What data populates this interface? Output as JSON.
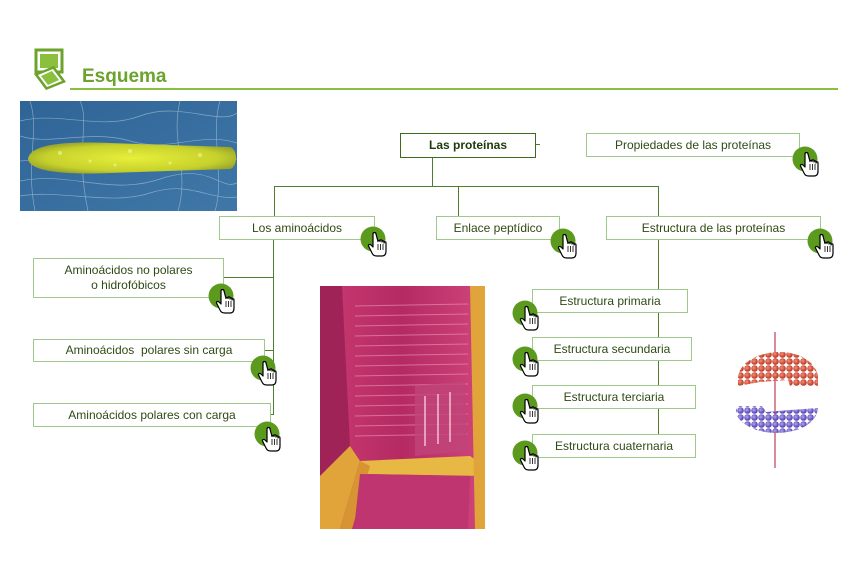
{
  "header": {
    "title": "Esquema",
    "icon": "window-icon",
    "accent": "#6ba32c"
  },
  "diagram": {
    "root": "Las proteínas",
    "properties": "Propiedades de las proteínas",
    "level1": {
      "aminoacids": "Los aminoácidos",
      "peptide_bond": "Enlace peptídico",
      "structure": "Estructura de las proteínas"
    },
    "aminoacid_types": {
      "nonpolar_line1": "Aminoácidos no polares",
      "nonpolar_line2": "o hidrofóbicos",
      "polar_uncharged": "Aminoácidos  polares sin carga",
      "polar_charged": "Aminoácidos polares con carga"
    },
    "structures": {
      "primary": "Estructura primaria",
      "secondary": "Estructura secundaria",
      "tertiary": "Estructura terciaria",
      "quaternary": "Estructura cuaternaria"
    }
  },
  "colors": {
    "line": "#4f7f2e",
    "box_border": "#9fc98a",
    "hand_circle": "#5c9a1e"
  }
}
